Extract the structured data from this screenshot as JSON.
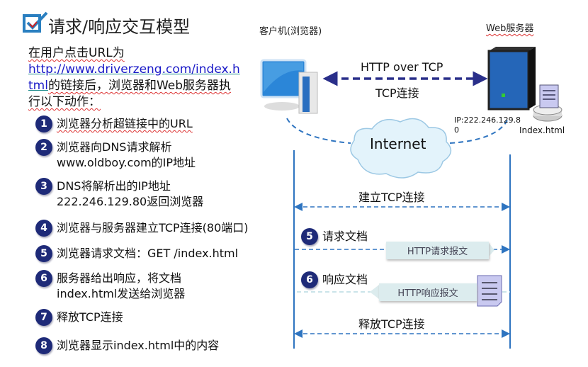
{
  "title": "请求/响应交互模型",
  "client_label": "客户机(浏览器)",
  "server_label": "Web服务器",
  "intro": {
    "line1": "在用户点击URL为",
    "link_part1": "http://www.driverzeng.com/index.h",
    "link_part2": "tml",
    "line3_rest": "的链接后，浏览器和Web服务器执",
    "line4": "行以下动作："
  },
  "steps": [
    {
      "num": "1",
      "lines": [
        "浏览器分析超链接中的URL"
      ]
    },
    {
      "num": "2",
      "lines": [
        "浏览器向DNS请求解析",
        "www.oldboy.com的IP地址"
      ]
    },
    {
      "num": "3",
      "lines": [
        "DNS将解析出的IP地址",
        "222.246.129.80返回浏览器"
      ]
    },
    {
      "num": "4",
      "lines": [
        "浏览器与服务器建立TCP连接(80端口)"
      ]
    },
    {
      "num": "5",
      "lines": [
        "浏览器请求文档：GET /index.html"
      ]
    },
    {
      "num": "6",
      "lines": [
        "服务器给出响应，将文档",
        "index.html发送给浏览器"
      ]
    },
    {
      "num": "7",
      "lines": [
        "释放TCP连接"
      ]
    },
    {
      "num": "8",
      "lines": [
        "浏览器显示index.html中的内容"
      ]
    }
  ],
  "diagram": {
    "http_over_tcp": "HTTP over TCP",
    "tcp_conn": "TCP连接",
    "ip_line1": "IP:222.246.129.8",
    "ip_line2": "0",
    "index_file": "Index.html",
    "internet": "Internet",
    "establish": "建立TCP连接",
    "req_num": "5",
    "req_doc": "请求文档",
    "req_msg": "HTTP请求报文",
    "resp_num": "6",
    "resp_doc": "响应文档",
    "resp_msg": "HTTP响应报文",
    "release": "释放TCP连接"
  },
  "colors": {
    "accent": "#1e2a78",
    "arrow": "#2e74c0",
    "link": "#1a1ac8"
  }
}
